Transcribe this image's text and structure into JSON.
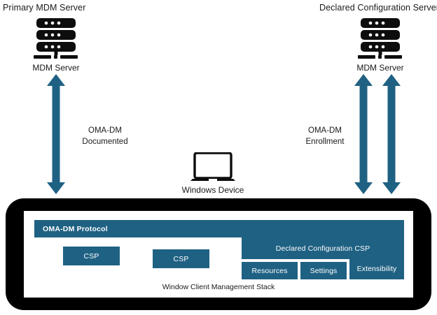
{
  "diagram": {
    "title_left": "Primary MDM Server",
    "title_right": "Declared Configuration Server",
    "left_node": {
      "icon": "server-stack-icon",
      "label": "MDM Server"
    },
    "right_node": {
      "icon": "server-stack-icon",
      "label": "MDM Server"
    },
    "device_node": {
      "icon": "laptop-icon",
      "label": "Windows  Device"
    },
    "flows": [
      {
        "id": "left-flow",
        "line1": "OMA-DM",
        "line2": "Documented",
        "arrow": "double-headed-vertical-arrow",
        "color": "#1f6183"
      },
      {
        "id": "right-flow",
        "line1": "OMA-DM",
        "line2": "Enrollment",
        "arrow": "double-headed-vertical-arrow",
        "color": "#1f6183"
      }
    ],
    "stack": {
      "protocol_bar": "OMA-DM Protocol",
      "csp_left": "CSP",
      "csp_mid": "CSP",
      "declared_csp": "Declared Configuration CSP",
      "sub_boxes": [
        {
          "label": "Resources"
        },
        {
          "label": "Settings"
        },
        {
          "label": "Extensibility"
        }
      ],
      "footer": "Window Client Management Stack",
      "frame_color": "#000000",
      "box_color": "#1f6183"
    }
  }
}
